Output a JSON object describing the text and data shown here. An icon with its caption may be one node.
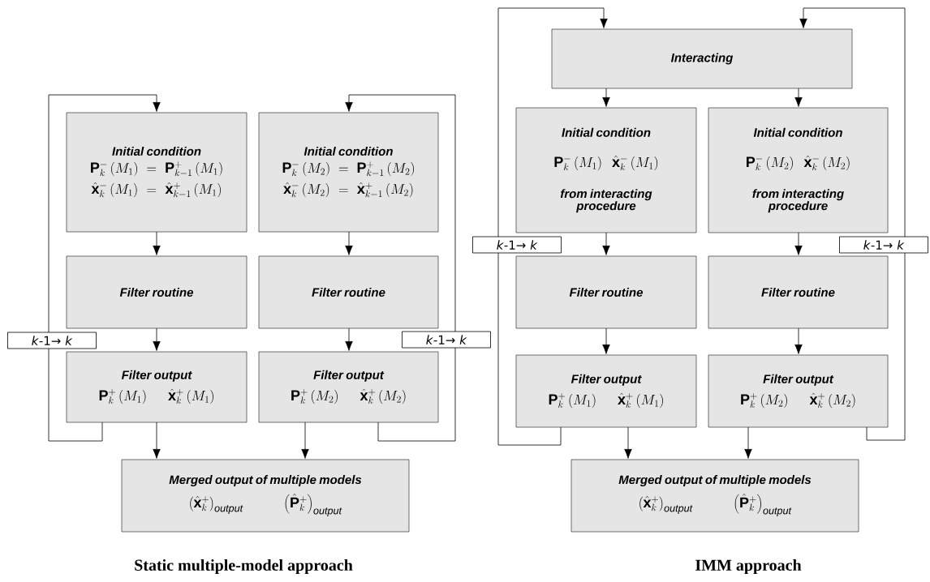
{
  "diagram": {
    "nodes": [
      {
        "text": [
          "Initial condition",
          "\\mathbf{P}_k^{-}\\left(M_1\\right)=\\mathbf{P}_{k-1}^{+}\\left(M_1\\right)",
          "\\hat{\\mathbf{x}}_k^{-}\\left(M_1\\right)=\\hat{\\mathbf{x}}_{k-1}^{+}\\left(M_1\\right)"
        ]
      },
      {
        "text": [
          "Initial condition",
          "\\mathbf{P}_k^{-}\\left(M_2\\right)=\\mathbf{P}_{k-1}^{+}\\left(M_2\\right)",
          "\\hat{\\mathbf{x}}_k^{-}\\left(M_2\\right)=\\hat{\\mathbf{x}}_{k-1}^{+}\\left(M_2\\right)"
        ]
      },
      {
        "text": [
          "Filter routine"
        ]
      },
      {
        "text": [
          "Filter routine"
        ]
      },
      {
        "text": [
          "Filter output",
          "\\mathbf{P}_k^{+}\\left(M_1\\right)",
          "\\hat{\\mathbf{x}}_k^{+}\\left(M_1\\right)"
        ]
      },
      {
        "text": [
          "Filter output",
          "\\mathbf{P}_k^{+}\\left(M_2\\right)",
          "\\hat{\\mathbf{x}}_k^{+}\\left(M_2\\right)"
        ]
      },
      {
        "text": [
          "Merged output of multiple models",
          "\\left(\\hat{\\mathbf{x}}_k^{+}\\right)_{\\mathit{output}}",
          "\\left(\\hat{\\mathbf{P}}_k^{+}\\right)_{\\mathit{output}}"
        ]
      },
      {
        "text": [
          "Interacting"
        ]
      },
      {
        "text": [
          "Initial condition",
          "\\mathbf{P}_k^{-}\\left(M_1\\right)",
          "\\hat{\\mathbf{x}}_k^{-}\\left(M_1\\right)",
          "from interacting procedure"
        ]
      },
      {
        "text": [
          "Initial condition",
          "\\mathbf{P}_k^{-}\\left(M_2\\right)",
          "\\hat{\\mathbf{x}}_k^{-}\\left(M_2\\right)",
          "from interacting procedure"
        ]
      },
      {
        "text": [
          "Filter routine"
        ]
      },
      {
        "text": [
          "Filter routine"
        ]
      },
      {
        "text": [
          "Filter output",
          "\\mathbf{P}_k^{+}\\left(M_1\\right)",
          "\\hat{\\mathbf{x}}_k^{+}\\left(M_1\\right)"
        ]
      },
      {
        "text": [
          "Filter output",
          "\\mathbf{P}_k^{+}\\left(M_2\\right)",
          "\\hat{\\mathbf{x}}_k^{+}\\left(M_2\\right)"
        ]
      },
      {
        "text": [
          "Merged output of multiple models",
          "\\left(\\hat{\\mathbf{x}}_k^{+}\\right)_{\\mathit{output}}",
          "\\left(\\hat{\\mathbf{P}}_k^{+}\\right)_{\\mathit{output}}"
        ]
      }
    ],
    "edges": [
      {
        "from": 0,
        "to": 2,
        "arrow": "to"
      },
      {
        "from": 1,
        "to": 3,
        "arrow": "to"
      },
      {
        "from": 2,
        "to": 4,
        "arrow": "to"
      },
      {
        "from": 3,
        "to": 5,
        "arrow": "to"
      },
      {
        "from": 4,
        "to": 6,
        "arrow": "to"
      },
      {
        "from": 5,
        "to": 6,
        "arrow": "to"
      },
      {
        "from": 4,
        "to": 0,
        "arrow": "to",
        "label": "*k*-1→ *k*"
      },
      {
        "from": 5,
        "to": 1,
        "arrow": "to",
        "label": "*k*-1→ *k*"
      },
      {
        "from": 7,
        "to": 8,
        "arrow": "to"
      },
      {
        "from": 7,
        "to": 9,
        "arrow": "to"
      },
      {
        "from": 8,
        "to": 10,
        "arrow": "to"
      },
      {
        "from": 9,
        "to": 11,
        "arrow": "to"
      },
      {
        "from": 10,
        "to": 12,
        "arrow": "to"
      },
      {
        "from": 11,
        "to": 13,
        "arrow": "to"
      },
      {
        "from": 12,
        "to": 14,
        "arrow": "to"
      },
      {
        "from": 13,
        "to": 14,
        "arrow": "to"
      },
      {
        "from": 12,
        "to": 7,
        "arrow": "to",
        "label": "*k*-1→ *k*"
      },
      {
        "from": 13,
        "to": 7,
        "arrow": "to",
        "label": "*k*-1→ *k*"
      }
    ],
    "labels": [
      "Static multiple-model approach",
      "IMM approach"
    ]
  }
}
